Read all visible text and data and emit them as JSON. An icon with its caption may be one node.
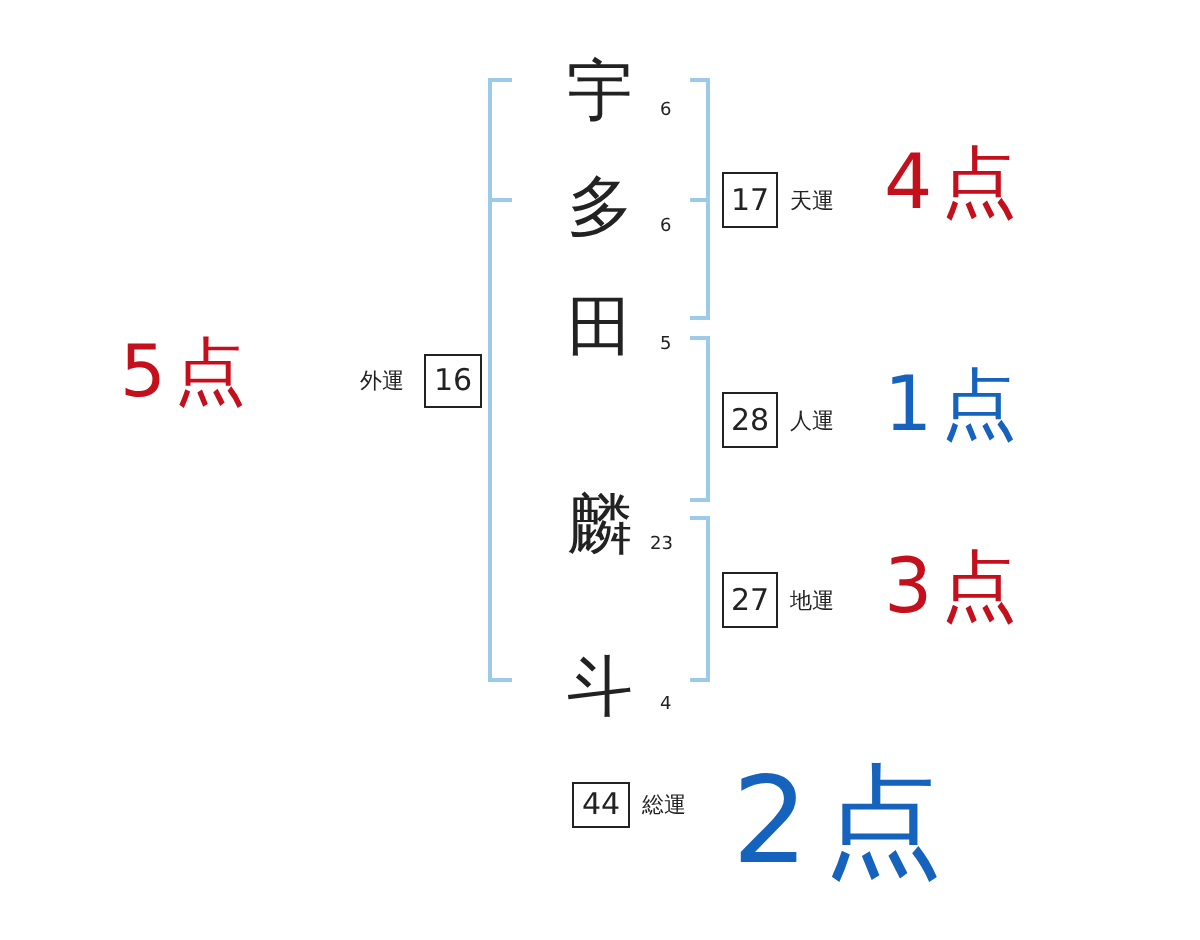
{
  "diagram": {
    "nodes": [
      {
        "text": [
          "17"
        ],
        "beside": [
          "天運",
          "4点"
        ]
      },
      {
        "text": [
          "16"
        ],
        "beside": [
          "外運",
          "5点"
        ]
      },
      {
        "text": [
          "28"
        ],
        "beside": [
          "人運",
          "1点"
        ]
      },
      {
        "text": [
          "27"
        ],
        "beside": [
          "地運",
          "3点"
        ]
      },
      {
        "text": [
          "44"
        ],
        "beside": [
          "総運",
          "2点"
        ]
      }
    ],
    "labels": [
      "宇",
      "6",
      "多",
      "6",
      "田",
      "5",
      "麟",
      "23",
      "斗",
      "4"
    ]
  }
}
